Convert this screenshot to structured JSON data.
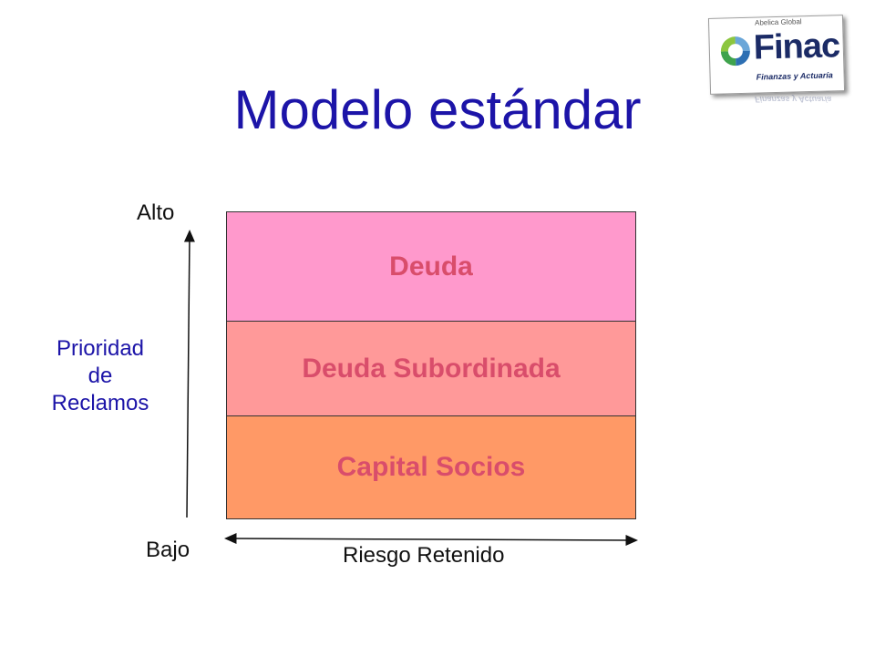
{
  "slide": {
    "title": "Modelo estándar"
  },
  "logo": {
    "top_text": "Abelica Global",
    "name": "Finac",
    "subtitle": "Finanzas y Actuaría"
  },
  "diagram": {
    "vertical_axis": {
      "top_label": "Alto",
      "bottom_label": "Bajo",
      "title_lines": [
        "Prioridad",
        "de",
        "Reclamos"
      ]
    },
    "horizontal_axis": {
      "label": "Riesgo Retenido"
    },
    "layers": [
      {
        "label": "Deuda",
        "color": "#ff99cc"
      },
      {
        "label": "Deuda Subordinada",
        "color": "#ff9999"
      },
      {
        "label": "Capital Socios",
        "color": "#ff9966"
      }
    ],
    "text_color": "#d94d6b",
    "title_color": "#1c14a8"
  }
}
